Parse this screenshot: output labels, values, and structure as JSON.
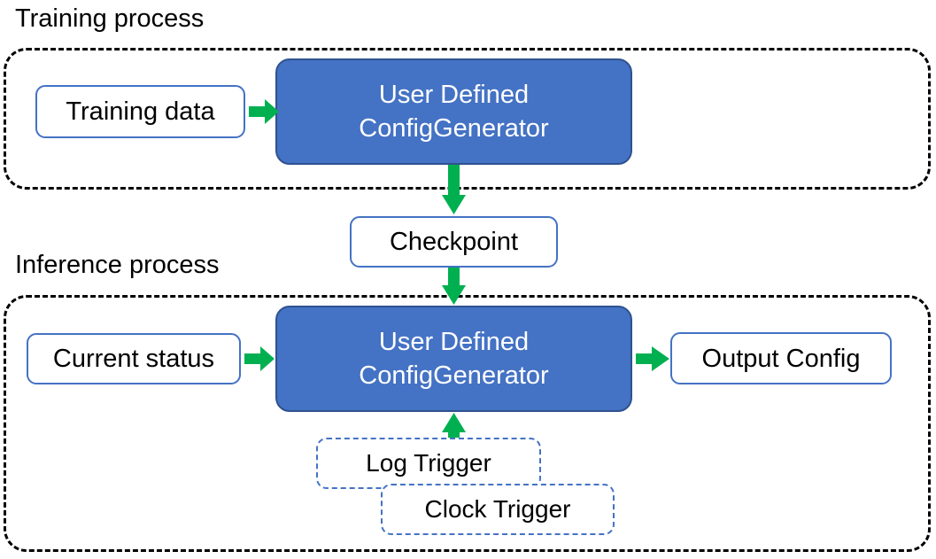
{
  "diagram": {
    "sections": [
      {
        "id": "training",
        "title": "Training process"
      },
      {
        "id": "inference",
        "title": "Inference process"
      }
    ],
    "nodes": {
      "training_data": {
        "label": "Training data"
      },
      "train_generator": {
        "line1": "User Defined",
        "line2": "ConfigGenerator"
      },
      "checkpoint": {
        "label": "Checkpoint"
      },
      "current_status": {
        "label": "Current status"
      },
      "infer_generator": {
        "line1": "User Defined",
        "line2": "ConfigGenerator"
      },
      "output_config": {
        "label": "Output Config"
      },
      "log_trigger": {
        "label": "Log Trigger"
      },
      "clock_trigger": {
        "label": "Clock Trigger"
      }
    },
    "edges": [
      {
        "from": "training_data",
        "to": "train_generator",
        "direction": "right"
      },
      {
        "from": "train_generator",
        "to": "checkpoint",
        "direction": "down"
      },
      {
        "from": "checkpoint",
        "to": "infer_generator",
        "direction": "down"
      },
      {
        "from": "current_status",
        "to": "infer_generator",
        "direction": "right"
      },
      {
        "from": "infer_generator",
        "to": "output_config",
        "direction": "right"
      },
      {
        "from": "log_trigger",
        "to": "infer_generator",
        "direction": "up"
      }
    ],
    "colors": {
      "process_fill": "#4472C4",
      "process_stroke": "#2F528F",
      "box_stroke": "#4472C4",
      "arrow": "#00B050",
      "container_stroke": "#000000",
      "text_dark": "#000000",
      "text_light": "#FFFFFF",
      "background": "#FFFFFF"
    }
  }
}
